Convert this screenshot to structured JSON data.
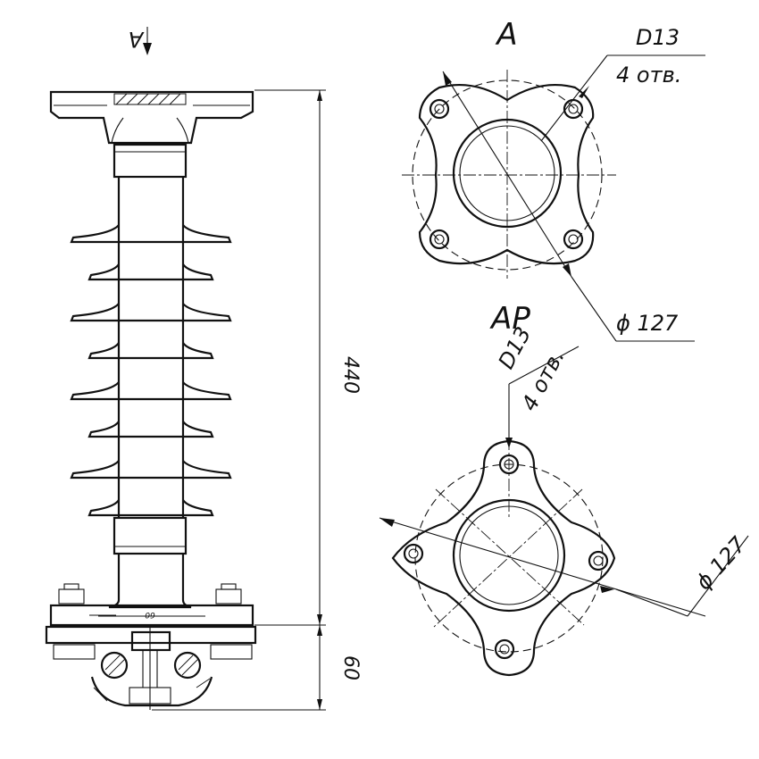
{
  "labels": {
    "view_arrow": "A",
    "view_a": "A",
    "view_ap": "AP",
    "hole_spec_a_size": "D13",
    "hole_spec_a_count": "4 отв.",
    "hole_spec_ap_size": "D13",
    "hole_spec_ap_count": "4 отв.",
    "diameter_a": "ϕ 127",
    "diameter_ap": "ϕ 127",
    "dim_height": "440",
    "dim_base": "60",
    "dim_flange": "60"
  }
}
